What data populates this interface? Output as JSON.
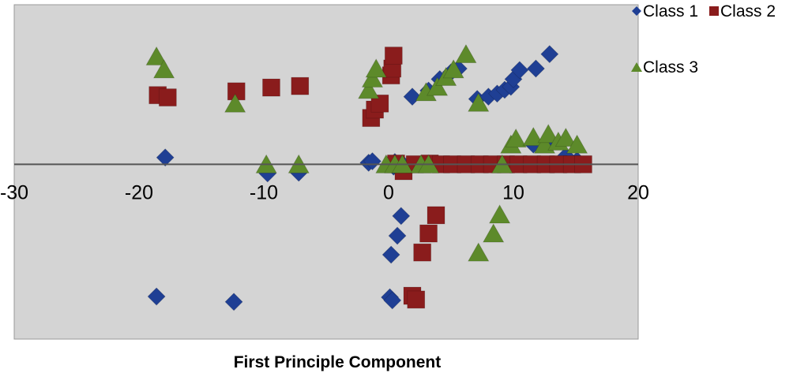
{
  "chart_data": {
    "type": "scatter",
    "title": "",
    "xlabel": "First Principle Component",
    "ylabel": "",
    "xlim": [
      -30,
      20
    ],
    "ylim": [
      -23,
      21
    ],
    "xticks": [
      "-30",
      "-20",
      "-10",
      "0",
      "10",
      "20"
    ],
    "xtick_values": [
      -30,
      -20,
      -10,
      0,
      10,
      20
    ],
    "grid": false,
    "legend_position": "top-right",
    "plot_background": "#d4d4d4",
    "series": [
      {
        "name": "Class 1",
        "marker": "diamond",
        "color": "#1f3f94",
        "points": [
          [
            -17.9,
            0.9
          ],
          [
            -9.7,
            -1.2
          ],
          [
            -7.2,
            -1.1
          ],
          [
            -1.6,
            0.2
          ],
          [
            -1.3,
            0.4
          ],
          [
            0.4,
            -0.3
          ],
          [
            1.1,
            0.1
          ],
          [
            0.5,
            0.3
          ],
          [
            1.0,
            -6.8
          ],
          [
            0.7,
            -9.4
          ],
          [
            0.2,
            -11.9
          ],
          [
            -18.6,
            -17.4
          ],
          [
            -12.4,
            -18.1
          ],
          [
            0.1,
            -17.5
          ],
          [
            0.3,
            -17.9
          ],
          [
            1.9,
            8.9
          ],
          [
            3.2,
            9.7
          ],
          [
            4.1,
            11.2
          ],
          [
            5.0,
            12.1
          ],
          [
            5.6,
            12.6
          ],
          [
            7.1,
            8.6
          ],
          [
            8.0,
            8.9
          ],
          [
            8.7,
            9.3
          ],
          [
            9.3,
            9.8
          ],
          [
            9.8,
            10.2
          ],
          [
            10.0,
            11.2
          ],
          [
            10.5,
            12.4
          ],
          [
            11.8,
            12.6
          ],
          [
            12.9,
            14.5
          ],
          [
            11.6,
            2.6
          ],
          [
            12.9,
            2.9
          ],
          [
            14.2,
            1.1
          ],
          [
            15.1,
            0.5
          ]
        ]
      },
      {
        "name": "Class 2",
        "marker": "square",
        "color": "#8a1c1c",
        "points": [
          [
            -18.5,
            9.1
          ],
          [
            -17.7,
            8.8
          ],
          [
            -12.2,
            9.6
          ],
          [
            -9.4,
            10.1
          ],
          [
            -7.1,
            10.3
          ],
          [
            -1.4,
            6.1
          ],
          [
            -1.1,
            7.2
          ],
          [
            -0.7,
            8.0
          ],
          [
            0.2,
            11.7
          ],
          [
            0.3,
            12.6
          ],
          [
            0.4,
            14.3
          ],
          [
            0.6,
            0.1
          ],
          [
            1.2,
            -0.9
          ],
          [
            2.1,
            0.0
          ],
          [
            3.3,
            0.1
          ],
          [
            4.2,
            0.0
          ],
          [
            5.1,
            0.0
          ],
          [
            6.2,
            0.0
          ],
          [
            7.3,
            0.0
          ],
          [
            8.3,
            0.0
          ],
          [
            9.4,
            0.0
          ],
          [
            10.4,
            0.0
          ],
          [
            11.5,
            0.0
          ],
          [
            12.6,
            0.0
          ],
          [
            13.6,
            0.0
          ],
          [
            14.7,
            0.0
          ],
          [
            15.6,
            0.0
          ],
          [
            3.8,
            -6.7
          ],
          [
            3.2,
            -9.1
          ],
          [
            2.7,
            -11.6
          ],
          [
            1.9,
            -17.3
          ],
          [
            2.2,
            -17.8
          ]
        ]
      },
      {
        "name": "Class 3",
        "marker": "triangle",
        "color": "#5d8a2a",
        "points": [
          [
            -18.6,
            14.2
          ],
          [
            -18.0,
            12.5
          ],
          [
            -12.3,
            8.0
          ],
          [
            -9.8,
            0.0
          ],
          [
            -7.2,
            0.0
          ],
          [
            -1.6,
            9.8
          ],
          [
            -1.3,
            11.3
          ],
          [
            -1.0,
            12.6
          ],
          [
            -0.2,
            0.0
          ],
          [
            0.5,
            0.0
          ],
          [
            1.1,
            0.0
          ],
          [
            2.6,
            0.0
          ],
          [
            3.2,
            0.0
          ],
          [
            3.0,
            9.5
          ],
          [
            3.9,
            10.2
          ],
          [
            4.6,
            11.5
          ],
          [
            5.2,
            12.5
          ],
          [
            6.2,
            14.5
          ],
          [
            7.2,
            8.1
          ],
          [
            9.1,
            0.0
          ],
          [
            9.8,
            2.6
          ],
          [
            10.2,
            3.4
          ],
          [
            11.6,
            3.6
          ],
          [
            12.5,
            2.6
          ],
          [
            12.8,
            4.0
          ],
          [
            13.6,
            3.0
          ],
          [
            14.2,
            3.5
          ],
          [
            15.1,
            2.6
          ],
          [
            8.9,
            -6.6
          ],
          [
            8.4,
            -9.1
          ],
          [
            7.2,
            -11.6
          ]
        ]
      }
    ]
  }
}
